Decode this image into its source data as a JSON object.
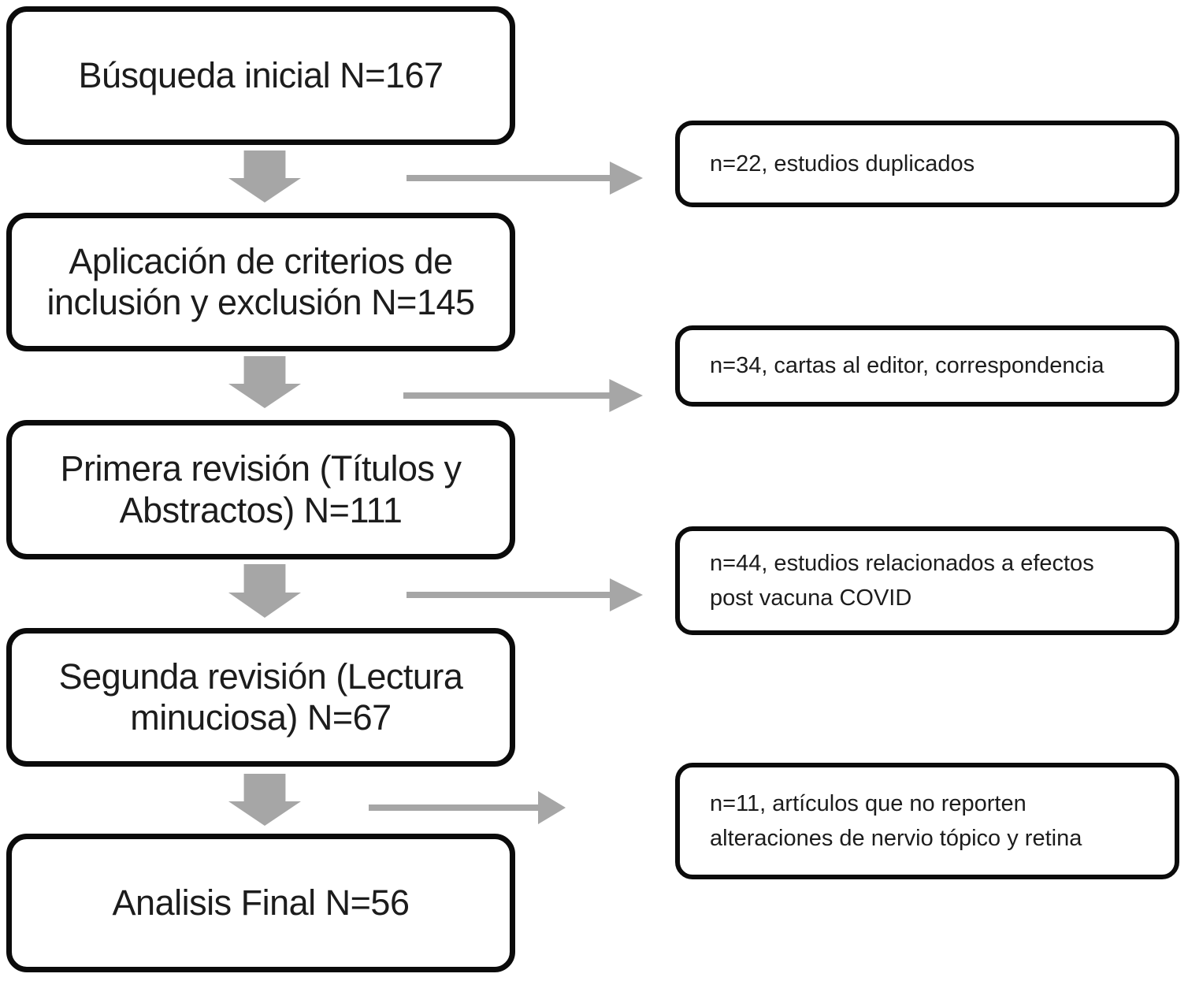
{
  "colors": {
    "background": "#ffffff",
    "box_border": "#0b0b0b",
    "text": "#1c1c1c",
    "arrow_gray": "#a6a6a6"
  },
  "flow": {
    "steps": [
      {
        "id": "busqueda-inicial",
        "n": 167,
        "lines": [
          "Búsqueda inicial N=167"
        ]
      },
      {
        "id": "criterios-inclusion-exclusion",
        "n": 145,
        "lines": [
          "Aplicación de criterios de",
          "inclusión y exclusión N=145"
        ]
      },
      {
        "id": "primera-revision",
        "n": 111,
        "lines": [
          "Primera revisión (Títulos y",
          "Abstractos) N=111"
        ]
      },
      {
        "id": "segunda-revision",
        "n": 67,
        "lines": [
          "Segunda revisión (Lectura",
          "minuciosa) N=67"
        ]
      },
      {
        "id": "analisis-final",
        "n": 56,
        "lines": [
          "Analisis Final N=56"
        ]
      }
    ],
    "exclusions": [
      {
        "id": "duplicados",
        "n": 22,
        "lines": [
          "n=22, estudios duplicados"
        ]
      },
      {
        "id": "cartas-editor",
        "n": 34,
        "lines": [
          "n=34, cartas al editor, correspondencia"
        ]
      },
      {
        "id": "post-vacuna-covid",
        "n": 44,
        "lines": [
          "n=44, estudios relacionados a efectos",
          "post vacuna COVID"
        ]
      },
      {
        "id": "no-reportan-alteraciones",
        "n": 11,
        "lines": [
          "n=11, artículos que no reporten",
          "alteraciones de nervio tópico y retina"
        ]
      }
    ]
  },
  "icons": {
    "down_block_arrow": "thick gray block arrow pointing down between flow steps",
    "right_line_arrow": "thin gray line arrow pointing right toward exclusion box"
  }
}
